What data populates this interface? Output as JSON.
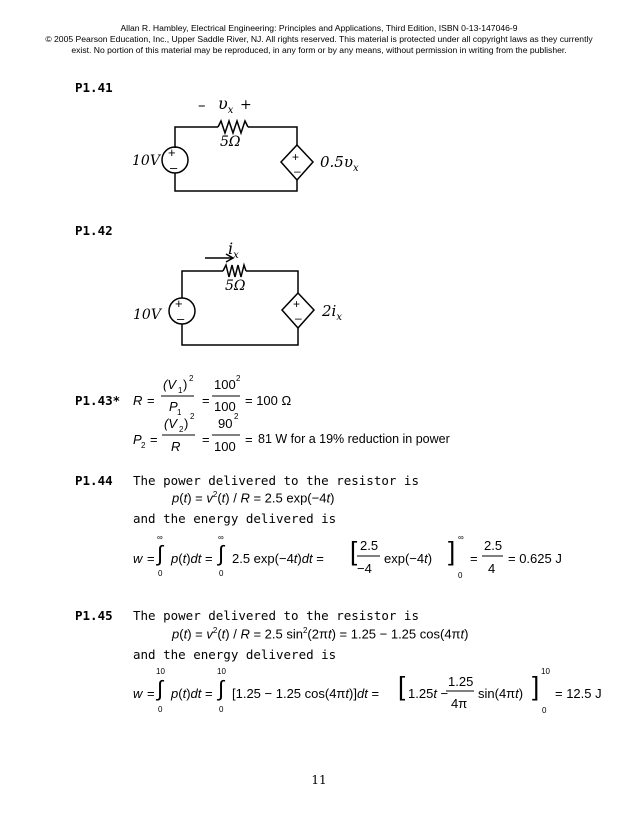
{
  "header": {
    "line1": "Allan R. Hambley, Electrical Engineering: Principles and Applications, Third Edition, ISBN 0-13-147046-9",
    "line2": "© 2005 Pearson Education, Inc., Upper Saddle River, NJ.  All rights reserved. This material is protected under all copyright laws as they currently",
    "line3": "exist. No portion of this material may be reproduced, in any form or by any means, without permission in writing from the publisher."
  },
  "problems": {
    "p141": {
      "label": "P1.41",
      "source": "10V",
      "resistor": "5Ω",
      "vx": "vx",
      "dep": "0.5vx"
    },
    "p142": {
      "label": "P1.42",
      "source": "10V",
      "resistor": "5Ω",
      "ix": "ix",
      "dep": "2ix"
    },
    "p143": {
      "label": "P1.43*",
      "text": "81 W for a 19% reduction in power"
    },
    "p144": {
      "label": "P1.44",
      "line1": "The power delivered to the resistor is",
      "line2": "and the energy delivered is"
    },
    "p145": {
      "label": "P1.45",
      "line1": "The power delivered to the resistor is",
      "line2": "and the energy delivered is"
    }
  },
  "page_number": "11"
}
